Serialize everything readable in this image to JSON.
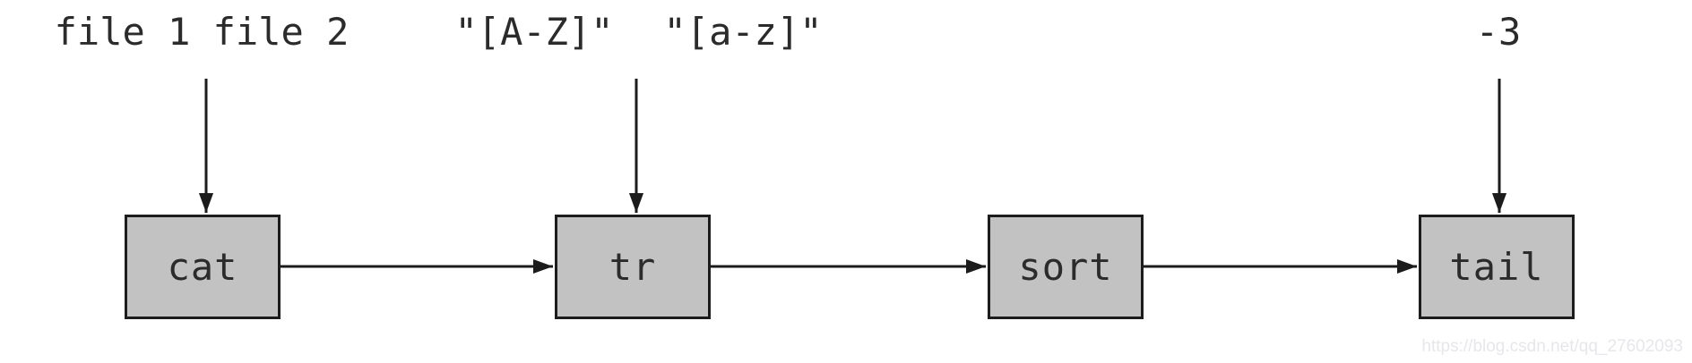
{
  "diagram": {
    "title": "shell pipeline diagram",
    "args": [
      {
        "text": "file 1 file 2",
        "target": "cat"
      },
      {
        "text": "\"[A-Z]\"",
        "target": "tr"
      },
      {
        "text": "\"[a-z]\"",
        "target": "tr"
      },
      {
        "text": "-3",
        "target": "tail"
      }
    ],
    "nodes": [
      {
        "label": "cat"
      },
      {
        "label": "tr"
      },
      {
        "label": "sort"
      },
      {
        "label": "tail"
      }
    ],
    "edges": [
      {
        "from": "cat",
        "to": "tr"
      },
      {
        "from": "tr",
        "to": "sort"
      },
      {
        "from": "sort",
        "to": "tail"
      }
    ],
    "watermark": "https://blog.csdn.net/qq_27602093"
  },
  "colors": {
    "bg": "#ffffff",
    "box-fill": "#c2c2c2",
    "box-border": "#1c1c1c",
    "arrow": "#1c1c1c",
    "text": "#2b2b2b",
    "watermark": "#e7e7eb"
  }
}
